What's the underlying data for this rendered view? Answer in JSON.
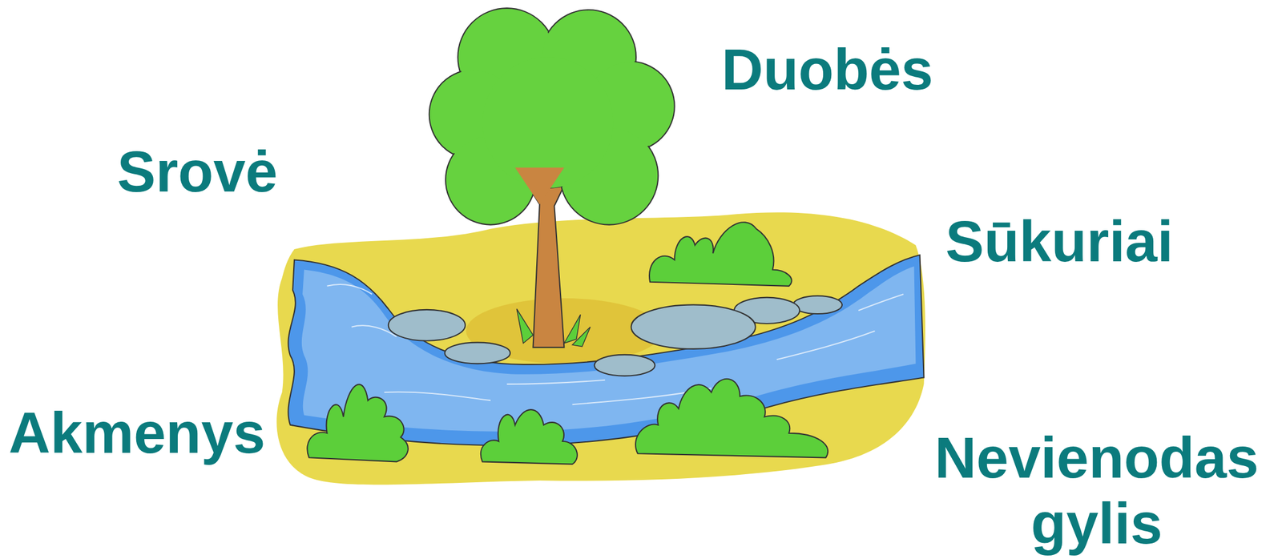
{
  "diagram": {
    "labels": [
      "Duobės",
      "Srovė",
      "Sūkuriai",
      "Akmenys",
      "Nevienodas gylis"
    ]
  }
}
